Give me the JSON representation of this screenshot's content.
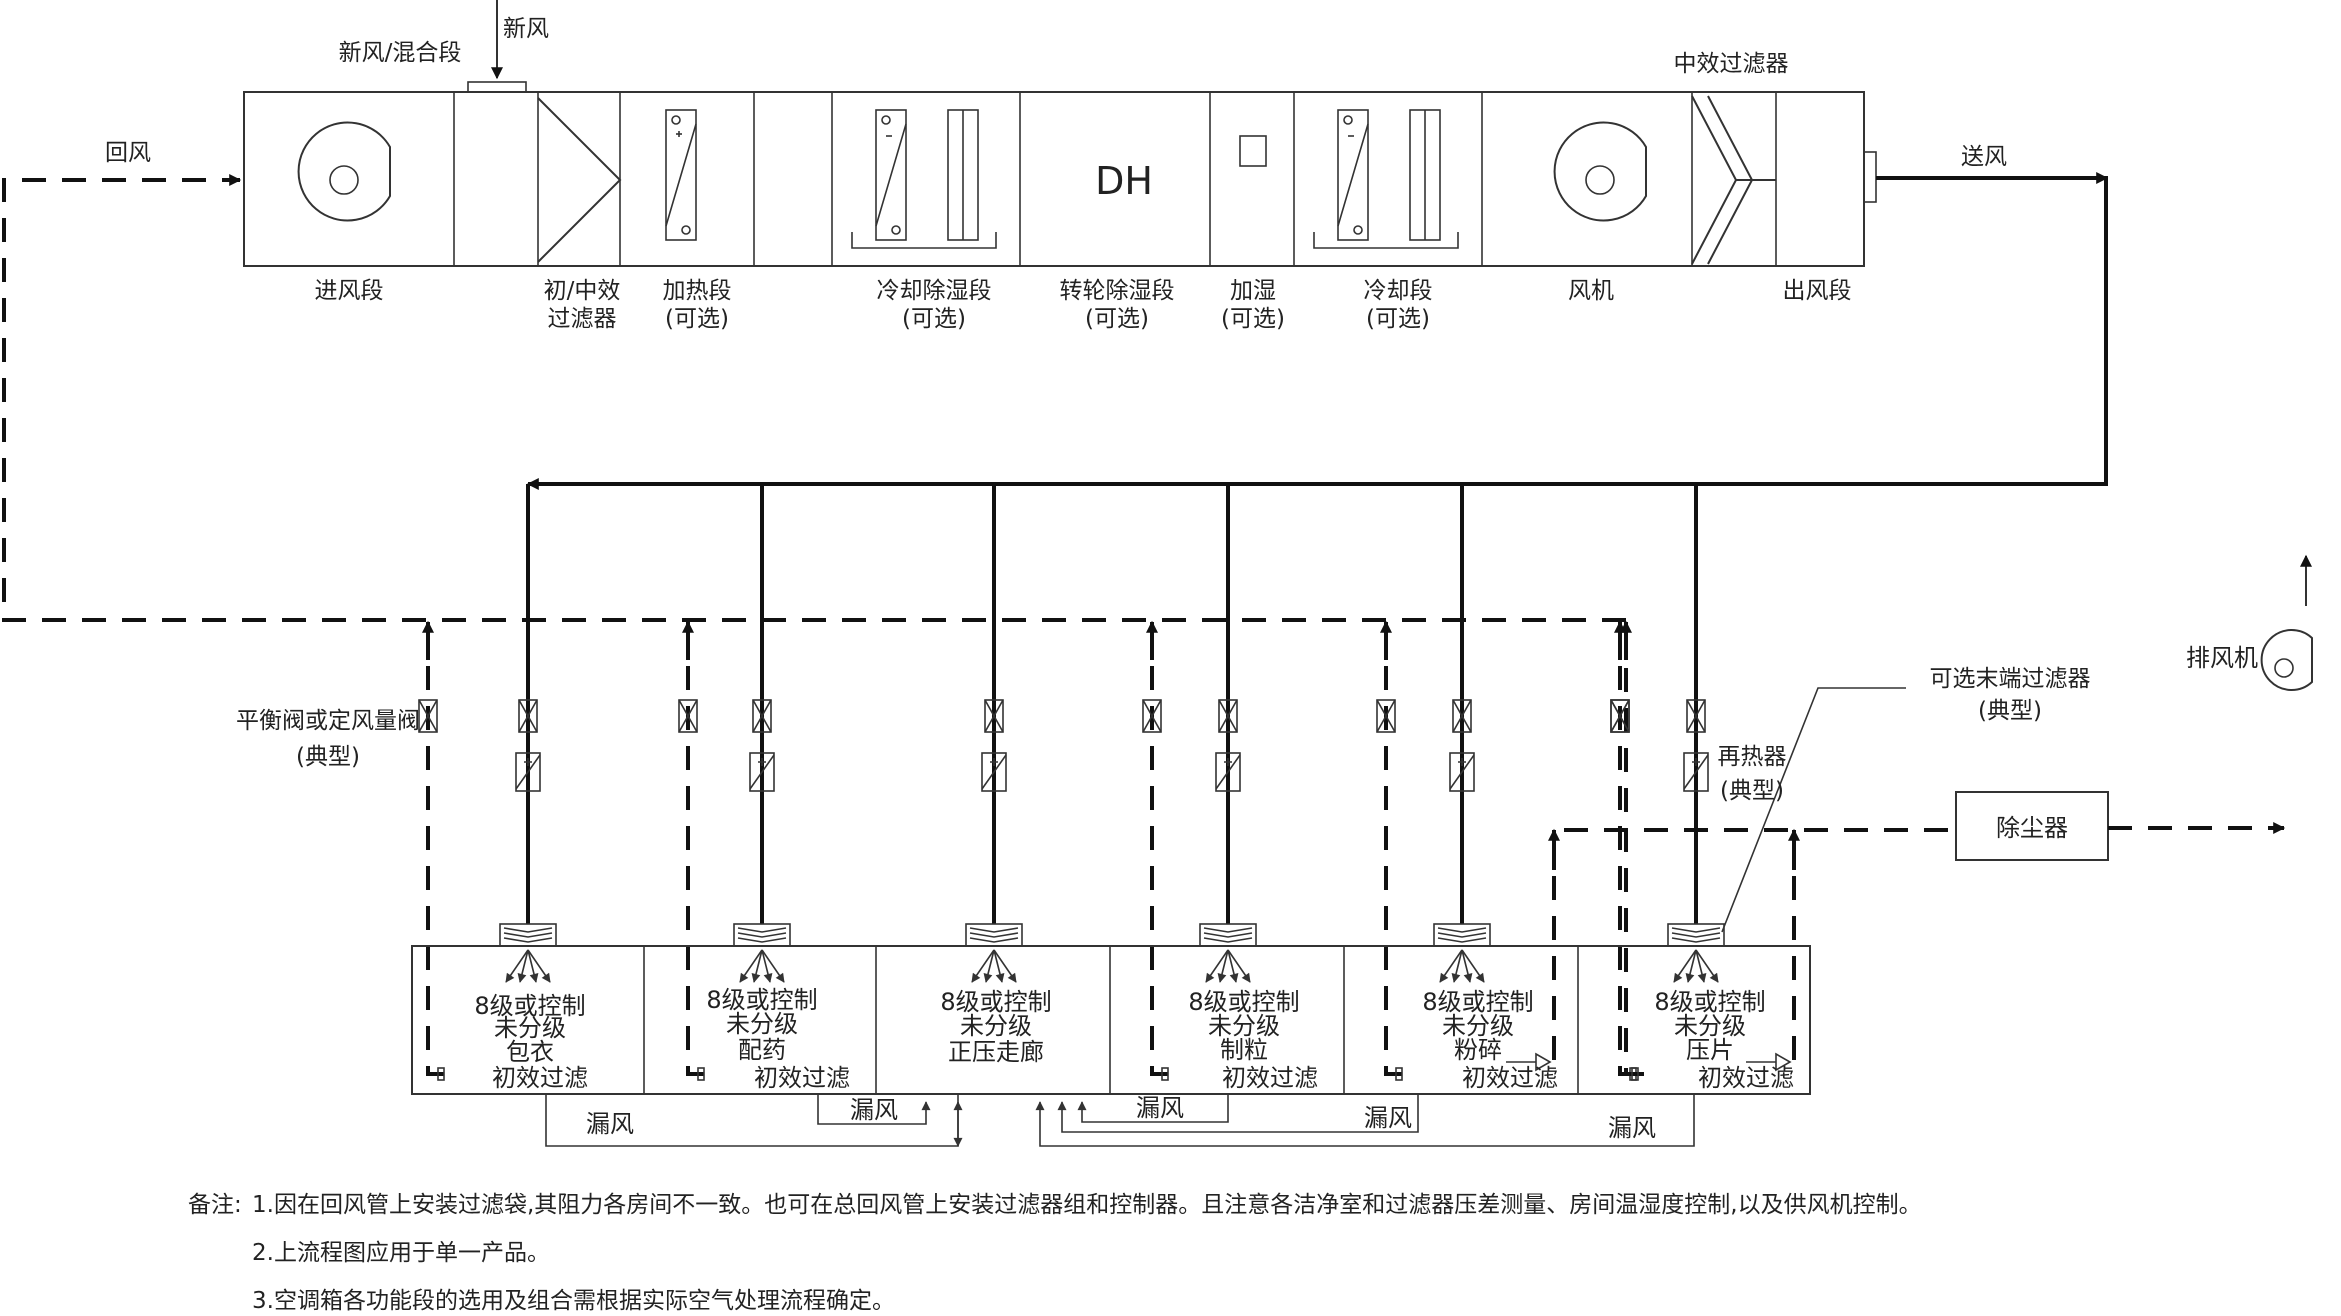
{
  "ahu": {
    "top_labels": {
      "mixing": "新风/混合段",
      "fresh_air": "新风",
      "medium_filter": "中效过滤器"
    },
    "dh_label": "DH",
    "sections": [
      {
        "name": "进风段"
      },
      {
        "name": "初/中效",
        "name2": "过滤器"
      },
      {
        "name": "加热段",
        "name2": "(可选)"
      },
      {
        "name": "冷却除湿段",
        "name2": "(可选)"
      },
      {
        "name": "转轮除湿段",
        "name2": "(可选)"
      },
      {
        "name": "加湿",
        "name2": "(可选)"
      },
      {
        "name": "冷却段",
        "name2": "(可选)"
      },
      {
        "name": "风机"
      },
      {
        "name": "出风段"
      }
    ]
  },
  "flows": {
    "return_air": "回风",
    "supply_air": "送风"
  },
  "callouts": {
    "balance_valve": "平衡阀或定风量阀",
    "balance_valve_2": "(典型)",
    "terminal_filter": "可选末端过滤器",
    "terminal_filter_2": "(典型)",
    "reheater": "再热器",
    "reheater_2": "(典型)",
    "exhaust_fan": "排风机",
    "dust_collector": "除尘器"
  },
  "rooms": [
    {
      "line1": "8级或控制",
      "line2": "未分级",
      "line3": "包衣",
      "line4": "初效过滤"
    },
    {
      "line1": "8级或控制",
      "line2": "未分级",
      "line3": "配药",
      "line4": "初效过滤"
    },
    {
      "line1": "8级或控制",
      "line2": "未分级",
      "line3": "正压走廊"
    },
    {
      "line1": "8级或控制",
      "line2": "未分级",
      "line3": "制粒",
      "line4": "初效过滤"
    },
    {
      "line1": "8级或控制",
      "line2": "未分级",
      "line3": "粉碎",
      "line4": "初效过滤"
    },
    {
      "line1": "8级或控制",
      "line2": "未分级",
      "line3": "压片",
      "line4": "初效过滤"
    }
  ],
  "leakage_label": "漏风",
  "notes": {
    "prefix": "备注:",
    "items": [
      "1.因在回风管上安装过滤袋,其阻力各房间不一致。也可在总回风管上安装过滤器组和控制器。且注意各洁净室和过滤器压差测量、房间温湿度控制,以及供风机控制。",
      "2.上流程图应用于单一产品。",
      "3.空调箱各功能段的选用及组合需根据实际空气处理流程确定。"
    ]
  }
}
